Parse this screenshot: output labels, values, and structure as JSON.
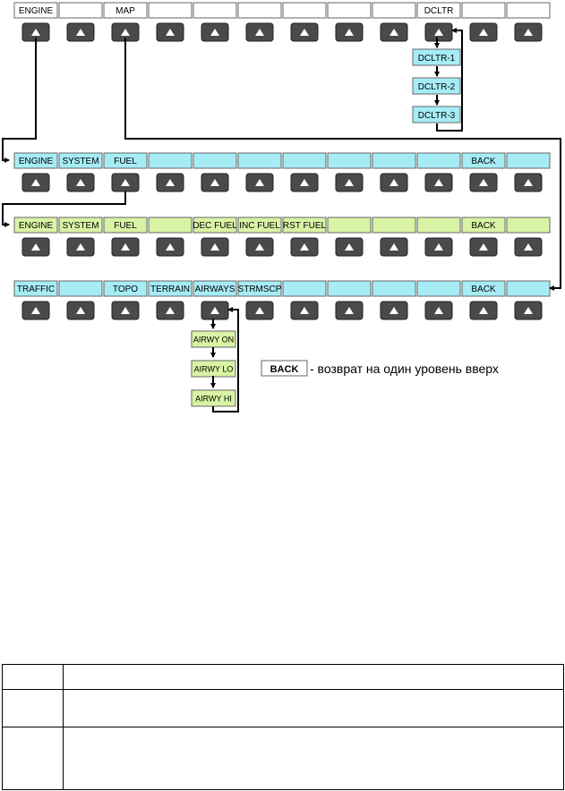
{
  "colors": {
    "top_fill": "#ffffff",
    "cyan_fill": "#a6ecf6",
    "green_fill": "#d9f3a4",
    "box_border": "#666666",
    "button_fill": "#4a4a4a",
    "arrow": "#000000"
  },
  "rows": [
    {
      "id": "top",
      "fill": "top_fill",
      "labels": [
        "ENGINE",
        "",
        "MAP",
        "",
        "",
        "",
        "",
        "",
        "",
        "DCLTR",
        "",
        ""
      ]
    },
    {
      "id": "engine-cyan",
      "fill": "cyan_fill",
      "labels": [
        "ENGINE",
        "SYSTEM",
        "FUEL",
        "",
        "",
        "",
        "",
        "",
        "",
        "",
        "BACK",
        ""
      ]
    },
    {
      "id": "fuel-green",
      "fill": "green_fill",
      "labels": [
        "ENGINE",
        "SYSTEM",
        "FUEL",
        "",
        "DEC FUEL",
        "INC FUEL",
        "RST FUEL",
        "",
        "",
        "",
        "BACK",
        ""
      ]
    },
    {
      "id": "map-cyan",
      "fill": "cyan_fill",
      "labels": [
        "TRAFFIC",
        "",
        "TOPO",
        "TERRAIN",
        "AIRWAYS",
        "STRMSCP",
        "",
        "",
        "",
        "",
        "BACK",
        ""
      ]
    }
  ],
  "dcltr_chain": [
    "DCLTR-1",
    "DCLTR-2",
    "DCLTR-3"
  ],
  "airway_chain": [
    "AIRWY ON",
    "AIRWY LO",
    "AIRWY  HI"
  ],
  "legend": {
    "key": "BACK",
    "text": "-  возврат на один уровень вверх"
  }
}
